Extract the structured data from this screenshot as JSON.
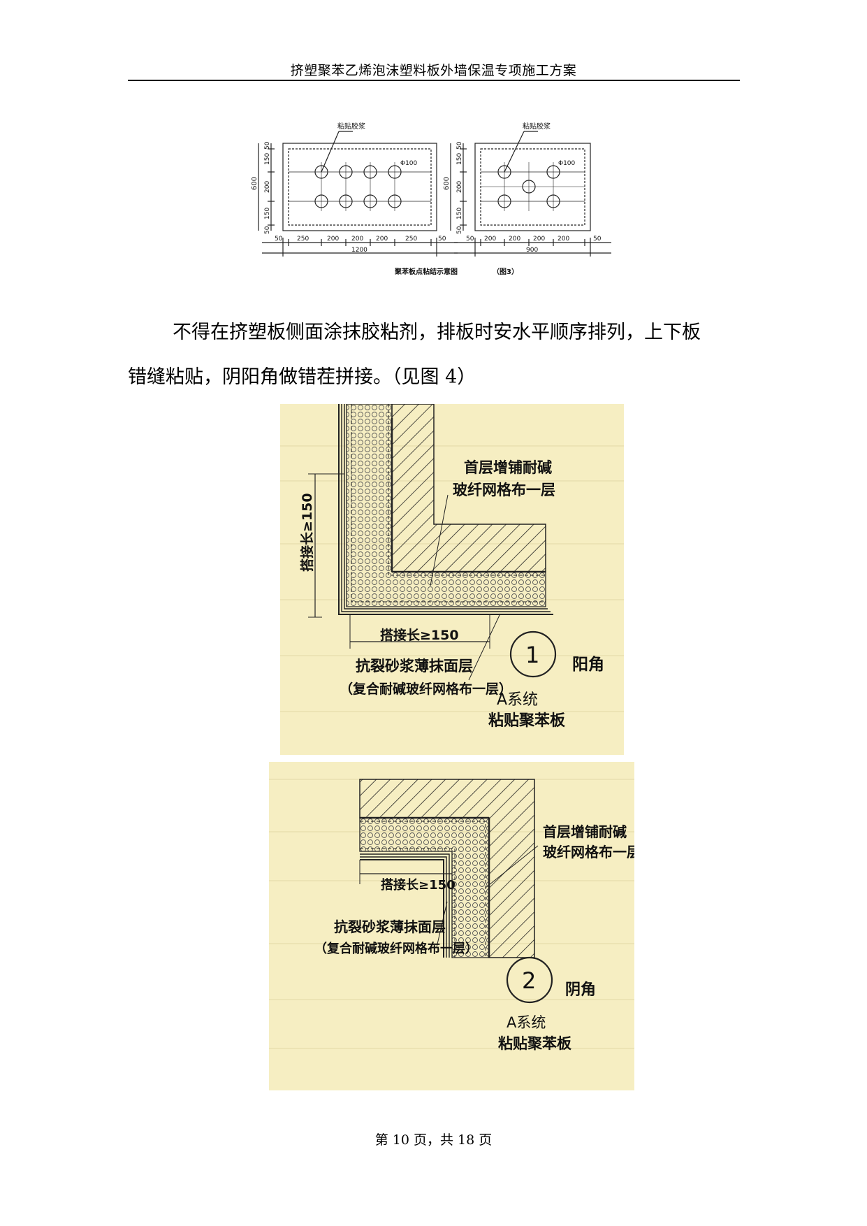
{
  "header": {
    "title": "挤塑聚苯乙烯泡沫塑料板外墙保温专项施工方案"
  },
  "figure3": {
    "left_panel": {
      "label": "粘贴胶浆",
      "circle_dim": "Φ100",
      "total_height": "600",
      "v_dims": [
        "50",
        "150",
        "200",
        "150",
        "50"
      ],
      "h_dims": [
        "50",
        "250",
        "200",
        "200",
        "200",
        "250",
        "50"
      ],
      "total_width": "1200"
    },
    "right_panel": {
      "label": "粘贴胶浆",
      "circle_dim": "Φ100",
      "total_height": "600",
      "v_dims": [
        "50",
        "150",
        "200",
        "150",
        "50"
      ],
      "h_dims": [
        "50",
        "200",
        "200",
        "200",
        "200",
        "50"
      ],
      "total_width": "900"
    },
    "caption": "聚苯板点粘结示意图",
    "caption_tag": "（图3）"
  },
  "paragraph": {
    "line1": "不得在挤塑板侧面涂抹胶粘剂，排板时安水平顺序排列，上下板",
    "line2": "错缝粘贴，阴阳角做错茬拼接。（见图 4）"
  },
  "figure4a": {
    "note_top_1": "首层增铺耐碱",
    "note_top_2": "玻纤网格布一层",
    "vertical_overlap": "搭接长≥150",
    "horizontal_overlap": "搭接长≥150",
    "layer_1": "抗裂砂浆薄抹面层",
    "layer_2": "（复合耐碱玻纤网格布一层）",
    "number": "1",
    "corner": "阳角",
    "system_1": "A系统",
    "system_2": "粘贴聚苯板"
  },
  "figure4b": {
    "note_top_1": "首层增铺耐碱",
    "note_top_2": "玻纤网格布一层",
    "overlap": "搭接长≥150",
    "layer_1": "抗裂砂浆薄抹面层",
    "layer_2": "（复合耐碱玻纤网格布一层）",
    "number": "2",
    "corner": "阴角",
    "system_1": "A系统",
    "system_2": "粘贴聚苯板"
  },
  "footer": {
    "text": "第 10 页，共 18 页"
  },
  "colors": {
    "scan_bg": "#f6eec2",
    "ink": "#1a1a1a"
  }
}
